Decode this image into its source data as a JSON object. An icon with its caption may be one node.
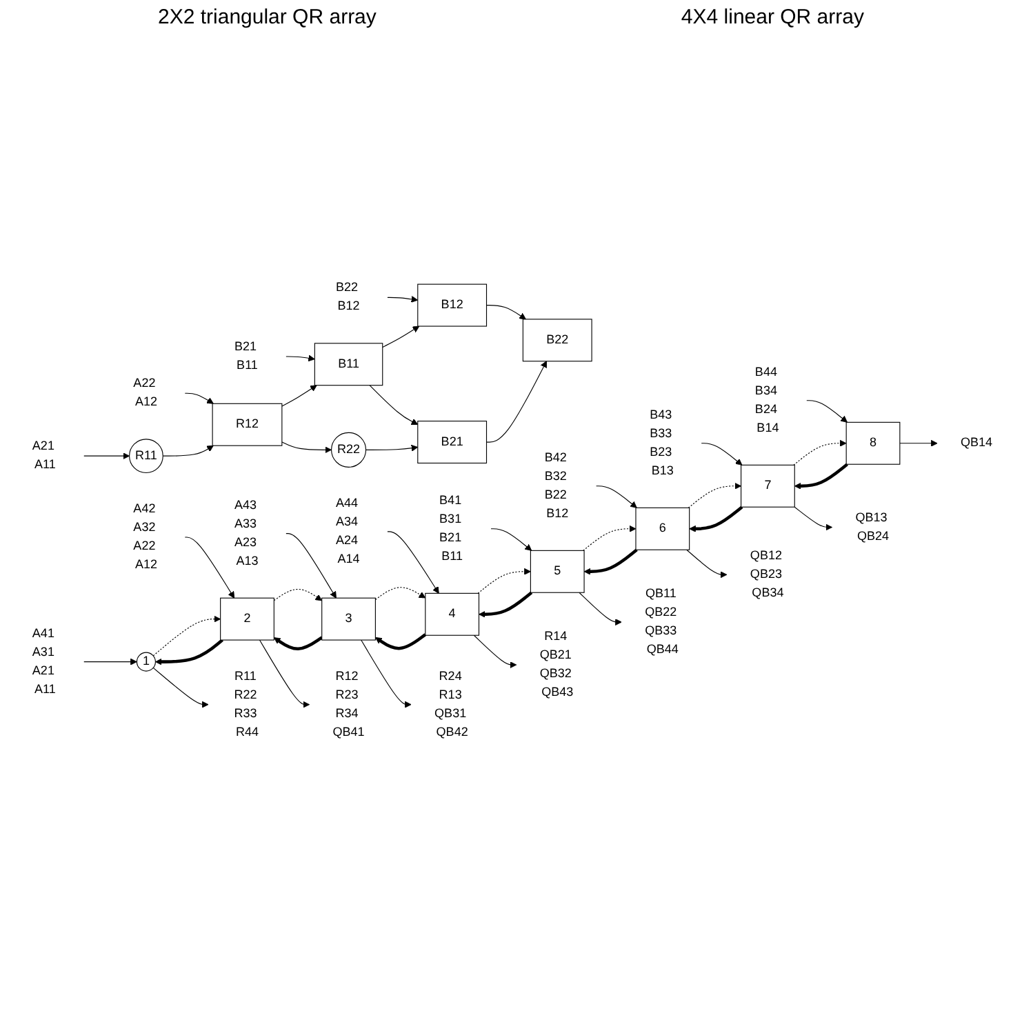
{
  "diagram": {
    "nodes": [
      {
        "text": [
          "A21 A11"
        ]
      },
      {
        "text": [
          "A22 A12"
        ]
      },
      {
        "text": [
          "B21 B11"
        ]
      },
      {
        "text": [
          "B22 B12"
        ]
      },
      {
        "text": [
          "R11"
        ]
      },
      {
        "text": [
          "R12"
        ]
      },
      {
        "text": [
          "B11"
        ]
      },
      {
        "text": [
          "B12"
        ]
      },
      {
        "text": [
          "R22"
        ]
      },
      {
        "text": [
          "B21"
        ]
      },
      {
        "text": [
          "B22"
        ]
      },
      {
        "text": [
          "A41 A31 A21 A11"
        ]
      },
      {
        "text": [
          "A42 A32 A22 A12"
        ]
      },
      {
        "text": [
          "A43 A33 A23 A13"
        ]
      },
      {
        "text": [
          "A44 A34 A24 A14"
        ]
      },
      {
        "text": [
          "B41 B31 B21 B11"
        ]
      },
      {
        "text": [
          "B42 B32 B22 B12"
        ]
      },
      {
        "text": [
          "B43 B33 B23 B13"
        ]
      },
      {
        "text": [
          "B44 B34 B24 B14"
        ]
      },
      {
        "text": [
          "1"
        ]
      },
      {
        "text": [
          "2"
        ]
      },
      {
        "text": [
          "3"
        ]
      },
      {
        "text": [
          "4"
        ]
      },
      {
        "text": [
          "5"
        ]
      },
      {
        "text": [
          "6"
        ]
      },
      {
        "text": [
          "7"
        ]
      },
      {
        "text": [
          "8"
        ]
      },
      {
        "text": [
          "R11 R22 R33 R44"
        ]
      },
      {
        "text": [
          "R12 R23 R34 QB41"
        ]
      },
      {
        "text": [
          "R24 R13 QB31 QB42"
        ]
      },
      {
        "text": [
          "R14 QB21 QB32 QB43"
        ]
      },
      {
        "text": [
          "QB11 QB22 QB33 QB44"
        ]
      },
      {
        "text": [
          "QB12 QB23 QB34"
        ]
      },
      {
        "text": [
          "QB13 QB24"
        ]
      },
      {
        "text": [
          "QB14"
        ]
      }
    ],
    "edges": [
      {
        "from": 0,
        "to": 4,
        "arrow": "to"
      },
      {
        "from": 1,
        "to": 5,
        "arrow": "to"
      },
      {
        "from": 2,
        "to": 6,
        "arrow": "to"
      },
      {
        "from": 3,
        "to": 7,
        "arrow": "to"
      },
      {
        "from": 4,
        "to": 5,
        "arrow": "to"
      },
      {
        "from": 5,
        "to": 6,
        "arrow": "to"
      },
      {
        "from": 6,
        "to": 7,
        "arrow": "to"
      },
      {
        "from": 5,
        "to": 8,
        "arrow": "to"
      },
      {
        "from": 6,
        "to": 9,
        "arrow": "to"
      },
      {
        "from": 7,
        "to": 10,
        "arrow": "to"
      },
      {
        "from": 8,
        "to": 9,
        "arrow": "to"
      },
      {
        "from": 9,
        "to": 10,
        "arrow": "to"
      },
      {
        "from": 11,
        "to": 19,
        "arrow": "to"
      },
      {
        "from": 12,
        "to": 20,
        "arrow": "to"
      },
      {
        "from": 13,
        "to": 21,
        "arrow": "to"
      },
      {
        "from": 14,
        "to": 22,
        "arrow": "to"
      },
      {
        "from": 15,
        "to": 23,
        "arrow": "to"
      },
      {
        "from": 16,
        "to": 24,
        "arrow": "to"
      },
      {
        "from": 17,
        "to": 25,
        "arrow": "to"
      },
      {
        "from": 18,
        "to": 26,
        "arrow": "to"
      },
      {
        "from": 19,
        "to": 20,
        "arrow": "to",
        "style": "dashed"
      },
      {
        "from": 20,
        "to": 21,
        "arrow": "to",
        "style": "dashed"
      },
      {
        "from": 21,
        "to": 22,
        "arrow": "to",
        "style": "dashed"
      },
      {
        "from": 22,
        "to": 23,
        "arrow": "to",
        "style": "dashed"
      },
      {
        "from": 23,
        "to": 24,
        "arrow": "to",
        "style": "dashed"
      },
      {
        "from": 24,
        "to": 25,
        "arrow": "to",
        "style": "dashed"
      },
      {
        "from": 25,
        "to": 26,
        "arrow": "to",
        "style": "dashed"
      },
      {
        "from": 20,
        "to": 19,
        "arrow": "to",
        "style": "thick"
      },
      {
        "from": 21,
        "to": 20,
        "arrow": "to",
        "style": "thick"
      },
      {
        "from": 22,
        "to": 21,
        "arrow": "to",
        "style": "thick"
      },
      {
        "from": 23,
        "to": 22,
        "arrow": "to",
        "style": "thick"
      },
      {
        "from": 24,
        "to": 23,
        "arrow": "to",
        "style": "thick"
      },
      {
        "from": 25,
        "to": 24,
        "arrow": "to",
        "style": "thick"
      },
      {
        "from": 26,
        "to": 25,
        "arrow": "to",
        "style": "thick"
      },
      {
        "from": 19,
        "to": 27,
        "arrow": "to"
      },
      {
        "from": 20,
        "to": 28,
        "arrow": "to"
      },
      {
        "from": 21,
        "to": 29,
        "arrow": "to"
      },
      {
        "from": 22,
        "to": 30,
        "arrow": "to"
      },
      {
        "from": 23,
        "to": 31,
        "arrow": "to"
      },
      {
        "from": 24,
        "to": 32,
        "arrow": "to"
      },
      {
        "from": 25,
        "to": 33,
        "arrow": "to"
      },
      {
        "from": 26,
        "to": 34,
        "arrow": "to"
      }
    ],
    "labels": [
      "2X2 triangular QR array",
      "4X4 linear QR array"
    ]
  }
}
